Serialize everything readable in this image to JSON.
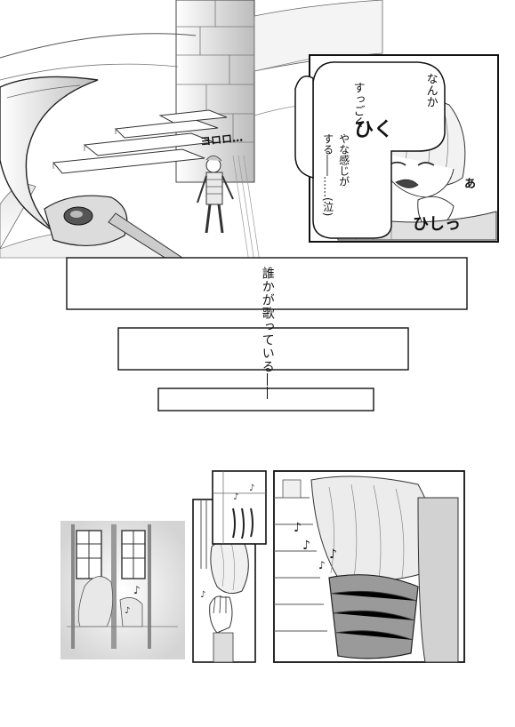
{
  "page": {
    "dialogue": {
      "line_1": "なんか",
      "line_2": "すっごく",
      "line_3": "やな感じが",
      "line_4": "する――……(泣)"
    },
    "narration": "誰かが歌っている――",
    "sfx": {
      "stagger": "ヨロロ…",
      "hiccup": "ひく",
      "sob": "ひしっ",
      "small_gasp": "あ"
    }
  }
}
